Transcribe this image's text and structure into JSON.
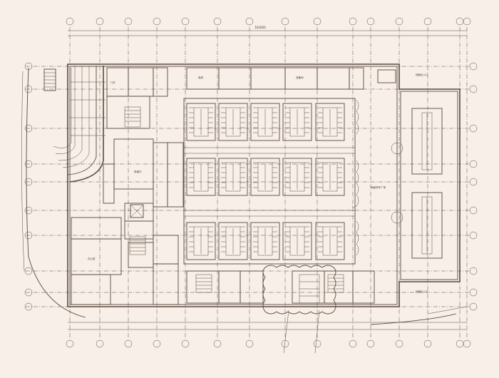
{
  "plan": {
    "grid_columns": 15,
    "grid_rows": 10,
    "labels": {
      "top_dimension": "162000",
      "parking_area": "地面停车广场",
      "entrance_top": "地面出入口",
      "entrance_bottom": "地面出入口",
      "elevator_hall": "电梯厅",
      "office": "办公室",
      "storage": "库房",
      "equipment": "设备间",
      "lobby": "门厅"
    }
  }
}
